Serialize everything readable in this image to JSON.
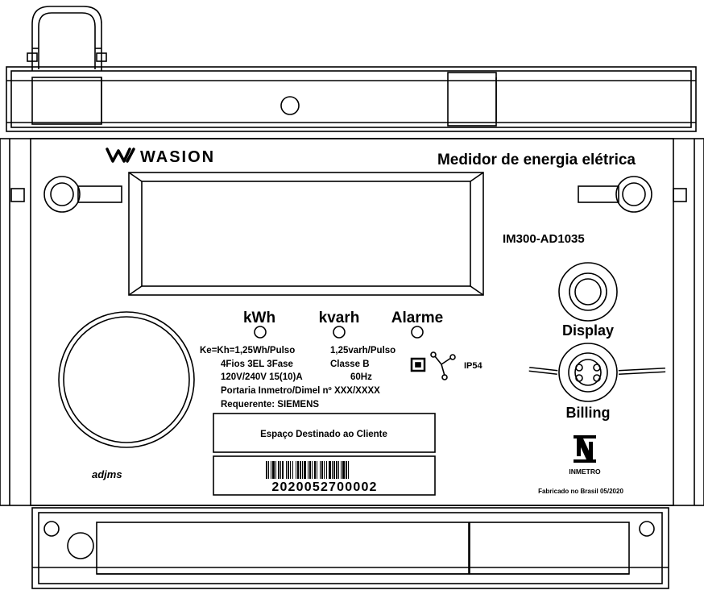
{
  "brand": {
    "name": "WASION",
    "logo_icon": "wasion-w-logo"
  },
  "title": "Medidor de energia elétrica",
  "model": "IM300-AD1035",
  "indicators": [
    {
      "label": "kWh"
    },
    {
      "label": "kvarh"
    },
    {
      "label": "Alarme"
    }
  ],
  "specs": {
    "line1_left": "Ke=Kh=1,25Wh/Pulso",
    "line1_right": "1,25varh/Pulso",
    "line2_left": "4Fios 3EL 3Fase",
    "line2_right": "Classe B",
    "line3_left": "120V/240V 15(10)A",
    "line3_right": "60Hz",
    "line4": "Portaria Inmetro/Dimel nº XXX/XXXX",
    "line5": "Requerente: SIEMENS"
  },
  "protection": "IP54",
  "buttons": {
    "display": "Display",
    "billing": "Billing"
  },
  "customer_space": "Espaço Destinado ao Cliente",
  "barcode_number": "2020052700002",
  "signature": "adjms",
  "certifier": "INMETRO",
  "manufacture_note": "Fabricado no Brasil 05/2020"
}
